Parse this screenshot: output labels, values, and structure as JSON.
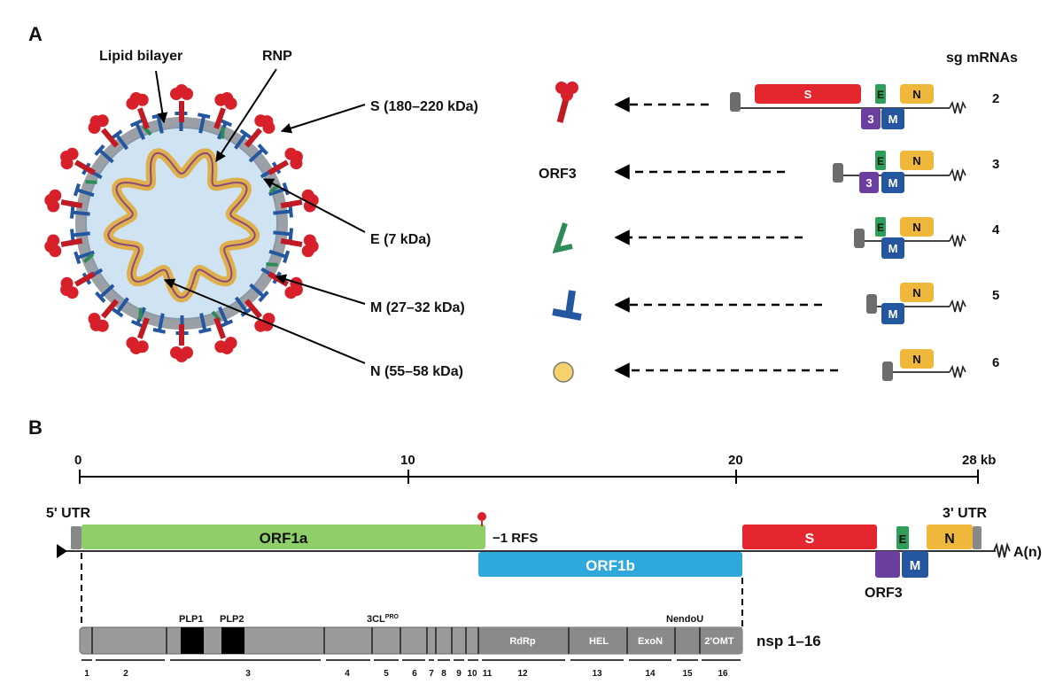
{
  "panel_a": {
    "letter": "A",
    "label_lipid": "Lipid bilayer",
    "label_rnp": "RNP",
    "sg_header": "sg mRNAs",
    "proteins": [
      {
        "label": "S (180–220 kDa)",
        "symbol": "spike-icon",
        "sg": "2"
      },
      {
        "label": "ORF3",
        "symbol": "",
        "sg": "3"
      },
      {
        "label": "E (7 kDa)",
        "symbol": "envelope-protein-icon",
        "sg": "4"
      },
      {
        "label": "M (27–32 kDa)",
        "symbol": "membrane-protein-icon",
        "sg": "5"
      },
      {
        "label": "N (55–58 kDa)",
        "symbol": "nucleocapsid-icon",
        "sg": "6"
      }
    ],
    "box_labels": {
      "s": "S",
      "e": "E",
      "n": "N",
      "orf3": "3",
      "m": "M"
    }
  },
  "panel_b": {
    "letter": "B",
    "scale": {
      "ticks": [
        "0",
        "10",
        "20"
      ],
      "end": "28 kb",
      "max": 28
    },
    "utr5": "5' UTR",
    "utr3": "3' UTR",
    "orf1a": "ORF1a",
    "orf1b": "ORF1b",
    "rfs": "−1 RFS",
    "s": "S",
    "e": "E",
    "n": "N",
    "m": "M",
    "orf3": "ORF3",
    "polya": "A(n)",
    "nsp_label": "nsp 1–16",
    "domains": {
      "plp1": "PLP1",
      "plp2": "PLP2",
      "3cl": "3CL",
      "3cl_sup": "PRO",
      "rdrp": "RdRp",
      "hel": "HEL",
      "exon": "ExoN",
      "nendou": "NendoU",
      "omt": "2'OMT"
    },
    "nsp_numbers": [
      "1",
      "2",
      "3",
      "4",
      "5",
      "6",
      "7",
      "8",
      "9",
      "10",
      "11",
      "12",
      "13",
      "14",
      "15",
      "16"
    ]
  },
  "colors": {
    "spike": "#d8202a",
    "envelope": "#2e8b57",
    "membrane": "#2557a0",
    "nucleo": "#f0c04a",
    "orf1a": "#8fcf6a",
    "orf1b": "#2fa8dc",
    "orf3": "#6a3fa0",
    "virion_fill": "#cfe3f3"
  }
}
